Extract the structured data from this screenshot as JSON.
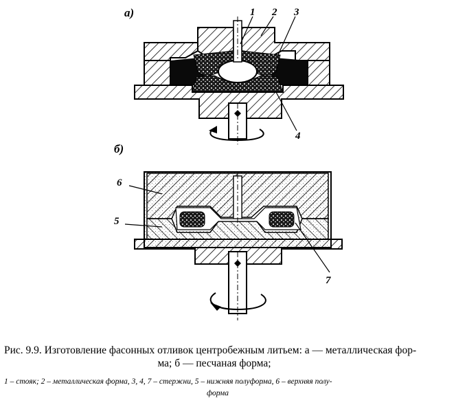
{
  "figure": {
    "panel_a_label": "а)",
    "panel_b_label": "б)",
    "callouts_a": [
      "1",
      "2",
      "3",
      "4"
    ],
    "callouts_b": [
      "6",
      "5",
      "7"
    ]
  },
  "caption": {
    "main_line1": "Рис. 9.9. Изготовление фасонных отливок центробежным литьем: а — металлическая фор-",
    "main_line2": "ма; б — песчаная форма;",
    "legend_line1": "1 – стояк; 2 – металлическая форма, 3, 4, 7 – стержни, 5 – нижняя полуформа, 6 – верхняя полу-",
    "legend_line2": "форма"
  },
  "colors": {
    "ink": "#000000",
    "paper": "#ffffff"
  }
}
